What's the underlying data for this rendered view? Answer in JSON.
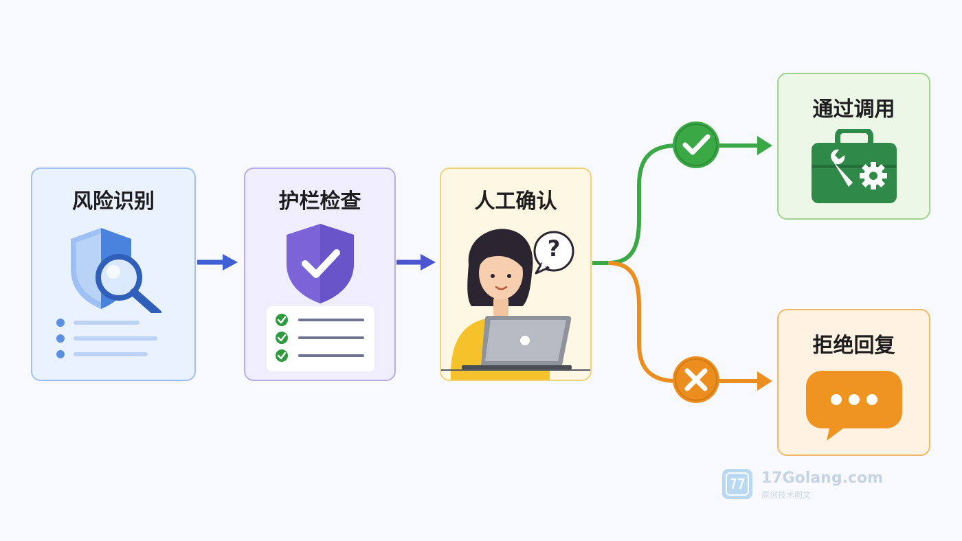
{
  "steps": {
    "risk": {
      "title": "风险识别"
    },
    "guardrail": {
      "title": "护栏检查"
    },
    "human": {
      "title": "人工确认",
      "bubble_mark": "?"
    }
  },
  "outcomes": {
    "pass": {
      "title": "通过调用"
    },
    "reject": {
      "title": "拒绝回复"
    }
  },
  "watermark": {
    "brand": "17Golang.com",
    "subtitle": "原创技术图文"
  },
  "colors": {
    "blue_arrow": "#3f5fd4",
    "green": "#3aa845",
    "orange": "#ec8e1f",
    "shield_blue": "#4a83dd",
    "shield_purple": "#7a64d8",
    "check_green": "#2f9a3d"
  },
  "icons": {
    "risk": "shield-magnifier-icon",
    "guardrail": "shield-check-icon",
    "human": "person-laptop-icon",
    "pass": "toolbox-icon",
    "reject": "chat-bubble-icon"
  }
}
